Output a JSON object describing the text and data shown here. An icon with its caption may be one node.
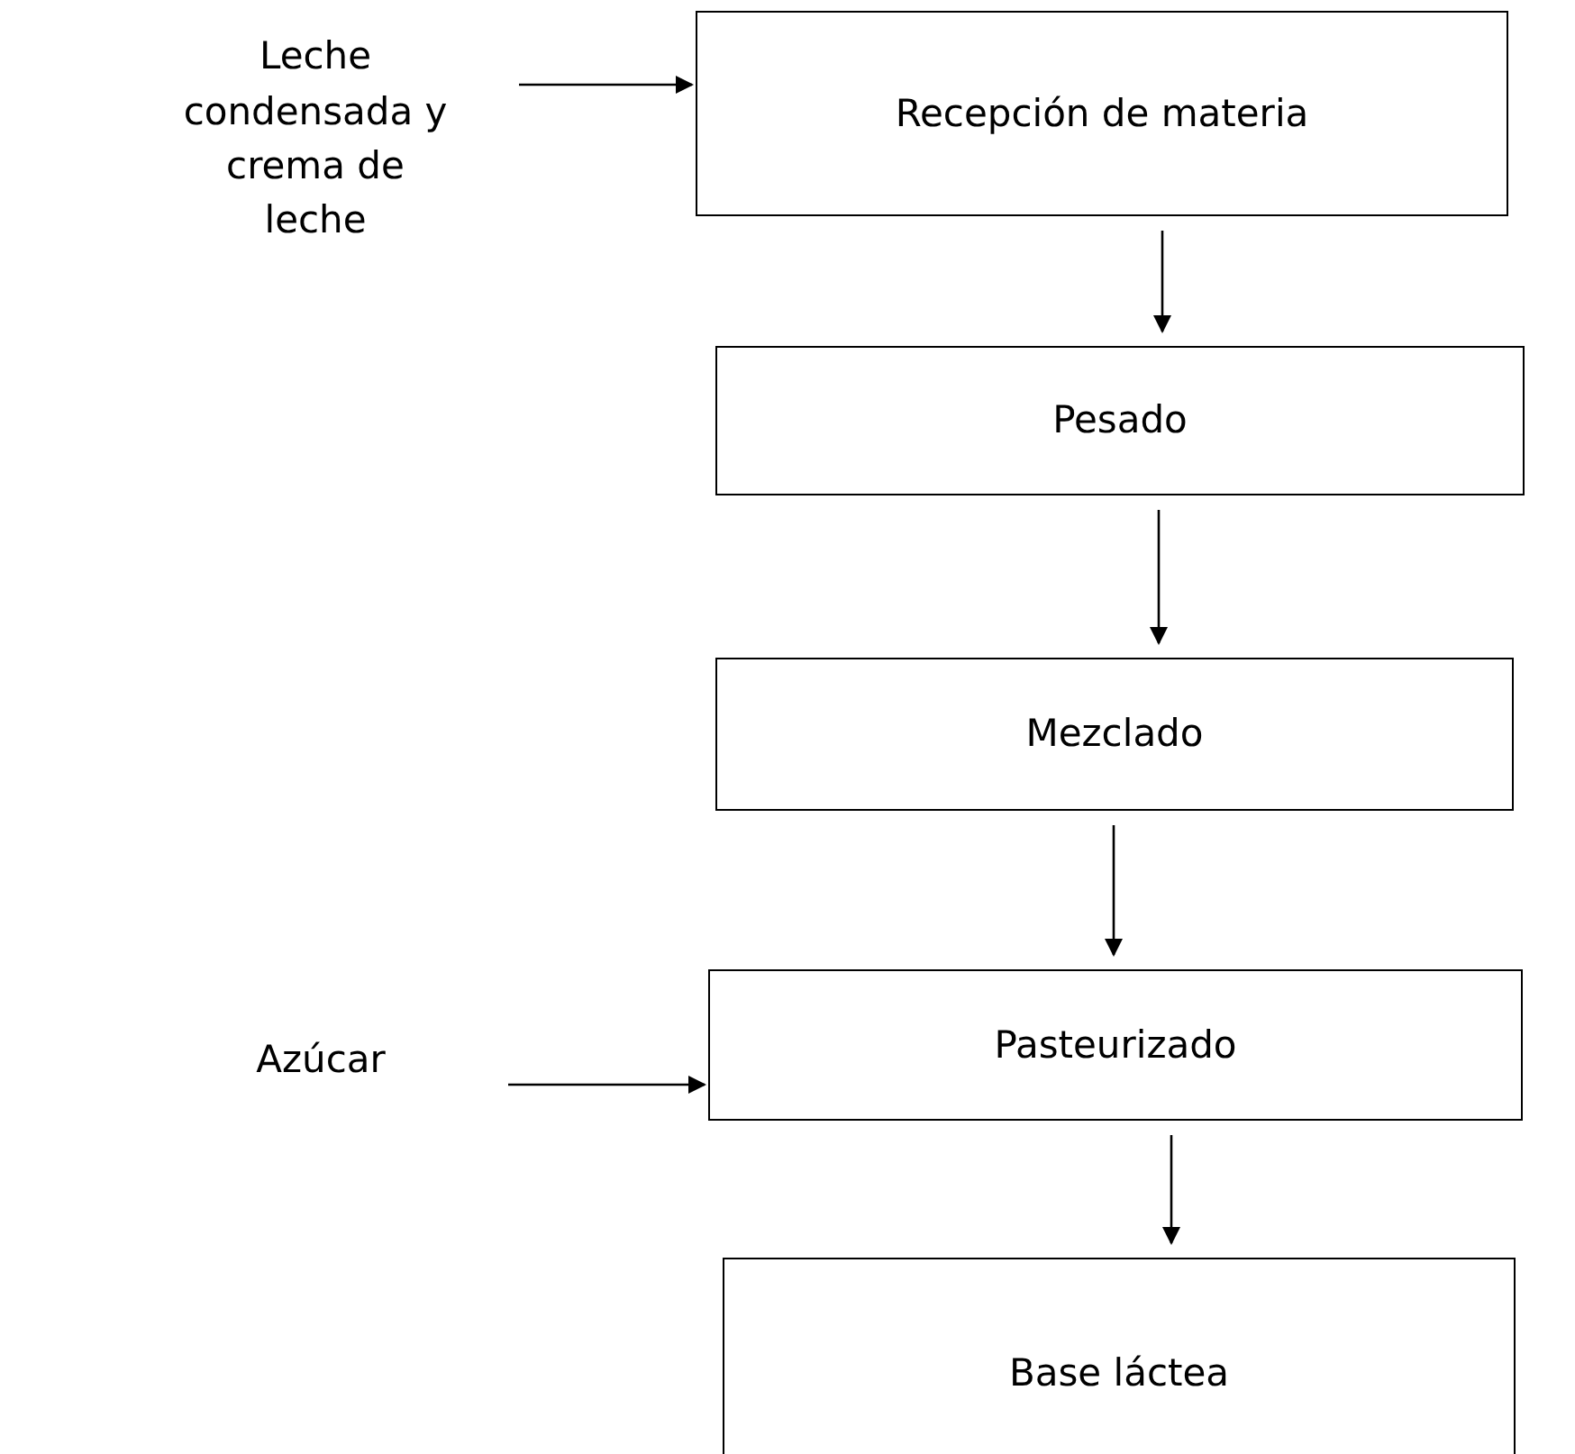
{
  "diagram": {
    "nodes": [
      {
        "text": [
          "Leche condensada y crema de leche"
        ]
      },
      {
        "text": [
          "Recepción de materia"
        ]
      },
      {
        "text": [
          "Pesado"
        ]
      },
      {
        "text": [
          "Mezclado"
        ]
      },
      {
        "text": [
          "Azúcar"
        ]
      },
      {
        "text": [
          "Pasteurizado"
        ]
      },
      {
        "text": [
          "Base láctea"
        ]
      }
    ],
    "edges": [
      {
        "from": 0,
        "to": 1,
        "arrow": "to"
      },
      {
        "from": 1,
        "to": 2,
        "arrow": "to"
      },
      {
        "from": 2,
        "to": 3,
        "arrow": "to"
      },
      {
        "from": 3,
        "to": 5,
        "arrow": "to"
      },
      {
        "from": 4,
        "to": 5,
        "arrow": "to"
      },
      {
        "from": 5,
        "to": 6,
        "arrow": "to"
      }
    ]
  }
}
